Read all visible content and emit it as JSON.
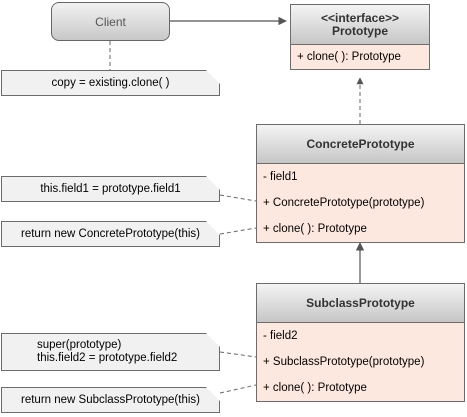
{
  "client": {
    "label": "Client"
  },
  "prototype": {
    "stereotype": "<<interface>>",
    "name": "Prototype",
    "methods": [
      "+ clone( ): Prototype"
    ]
  },
  "concrete": {
    "name": "ConcretePrototype",
    "fields": [
      "- field1"
    ],
    "methods": [
      "+ ConcretePrototype(prototype)",
      "+ clone( ): Prototype"
    ]
  },
  "subclass": {
    "name": "SubclassPrototype",
    "fields": [
      "- field2"
    ],
    "methods": [
      "+ SubclassPrototype(prototype)",
      "+ clone( ): Prototype"
    ]
  },
  "notes": {
    "client_note": "copy = existing.clone(  )",
    "concrete_field_note": "this.field1 = prototype.field1",
    "concrete_clone_note": "return new ConcretePrototype(this)",
    "subclass_ctor_note_line1": "super(prototype)",
    "subclass_ctor_note_line2": "this.field2 = prototype.field2",
    "subclass_clone_note": "return new SubclassPrototype(this)"
  },
  "colors": {
    "class_body": "#fde8df",
    "header_gradient_top": "#f4f4f4",
    "header_gradient_bottom": "#c6c6c6",
    "note_fill": "#f1f1f1",
    "border": "#6c6c6c",
    "connector": "#666666"
  }
}
